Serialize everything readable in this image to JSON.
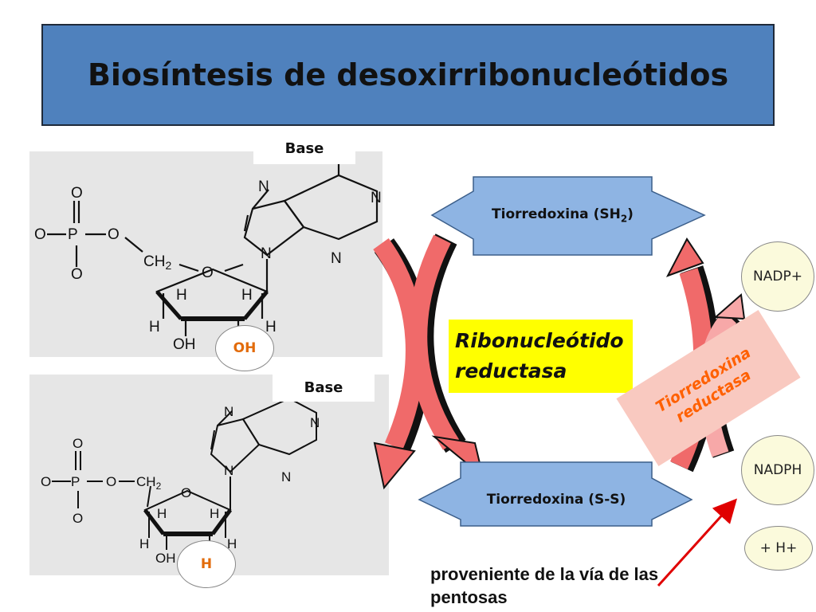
{
  "title": "Biosíntesis de desoxirribonucleótidos",
  "molecules": {
    "top": {
      "base_label": "Base",
      "highlight_group": "OH",
      "atoms": {
        "o": "O",
        "p": "P",
        "ch2": "CH",
        "ch2_sub": "2",
        "n": "N",
        "h": "H",
        "oh": "OH"
      }
    },
    "bottom": {
      "base_label": "Base",
      "highlight_group": "H",
      "atoms": {
        "o": "O",
        "p": "P",
        "ch2": "CH",
        "ch2_sub": "2",
        "n": "N",
        "h": "H",
        "oh": "OH"
      }
    }
  },
  "enzyme_label": {
    "line1": "Ribonucleótido",
    "line2": "reductasa"
  },
  "thioredoxin_reduced": {
    "text": "Tiorredoxina (SH",
    "sub": "2",
    "close": ")"
  },
  "thioredoxin_oxidized": "Tiorredoxina (S-S)",
  "thioredoxin_reductase": {
    "line1": "Tiorredoxina",
    "line2": "reductasa"
  },
  "cofactors": {
    "nadp_plus": "NADP+",
    "nadph": "NADPH",
    "proton": "+ H+"
  },
  "source_note": "proveniente de la vía de las pentosas",
  "colors": {
    "title_bg": "#4f81bd",
    "enzyme_bg": "#ffff00",
    "arrow_salmon": "#f06a6a",
    "hexagon_fill": "#8eb4e3",
    "highlight_text": "#e26b0a",
    "red_arrow": "#e00000"
  }
}
